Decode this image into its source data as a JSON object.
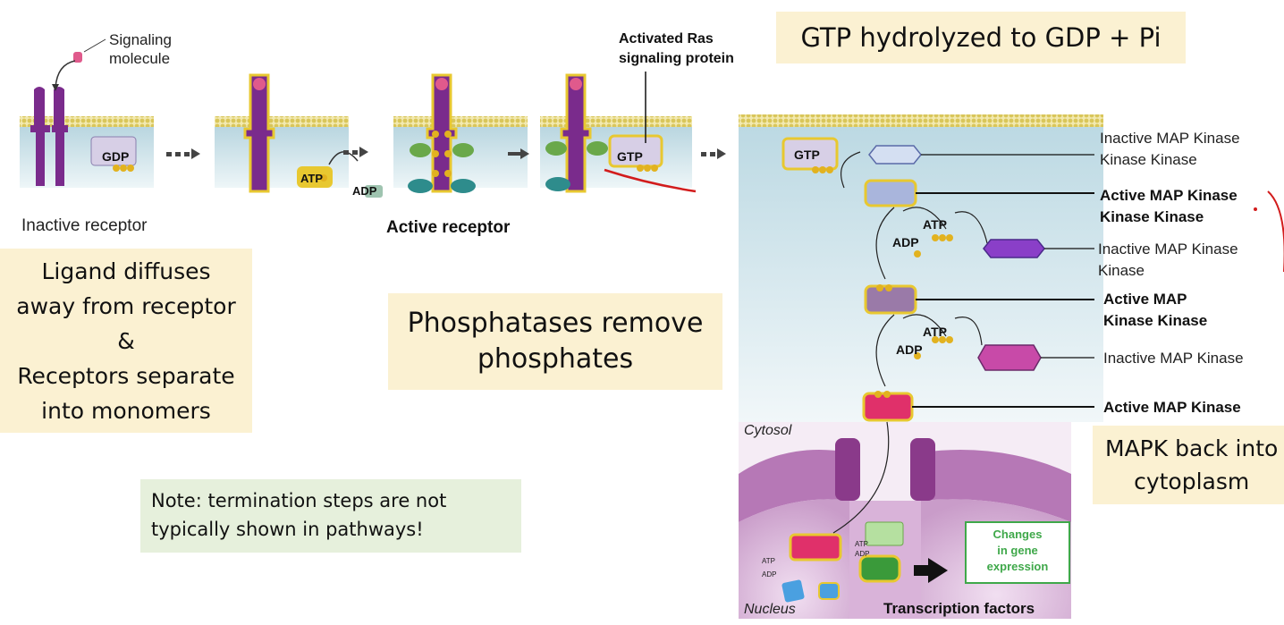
{
  "header_notes": {
    "gtp_hydrolyzed": "GTP hydrolyzed to GDP + Pi"
  },
  "left_panel": {
    "signaling_molecule": "Signaling\nmolecule",
    "inactive_receptor": "Inactive receptor",
    "active_receptor": "Active receptor",
    "activated_ras": "Activated Ras\nsignaling protein"
  },
  "molecules": {
    "gdp": "GDP",
    "gtp": "GTP",
    "atp": "ATP",
    "adp": "ADP"
  },
  "notes": {
    "ligand": "Ligand diffuses\naway from receptor\n&\nReceptors separate\ninto monomers",
    "phosphatases": "Phosphatases remove\nphosphates",
    "mapk_back": "MAPK back into\ncytoplasm",
    "termination": "Note: termination steps are not\ntypically shown in pathways!"
  },
  "cascade": {
    "inactive_mapkkk": "Inactive MAP Kinase\nKinase Kinase",
    "active_mapkkk": "Active MAP Kinase\nKinase Kinase",
    "inactive_mapkk": "Inactive MAP Kinase\nKinase",
    "active_mapkk": "Active MAP\nKinase Kinase",
    "inactive_mapk": "Inactive MAP Kinase",
    "active_mapk": "Active MAP Kinase"
  },
  "nucleus_panel": {
    "cytosol": "Cytosol",
    "nucleus": "Nucleus",
    "changes": "Changes\nin gene\nexpression",
    "transcription": "Transcription factors"
  },
  "colors": {
    "note_bg": "#fbf1d2",
    "membrane_yellow": "#e8d87a",
    "receptor_purple": "#6a2a8a",
    "cytosol_blue": "#cfe4ec",
    "nucleus_pink": "#dcb6dc"
  }
}
